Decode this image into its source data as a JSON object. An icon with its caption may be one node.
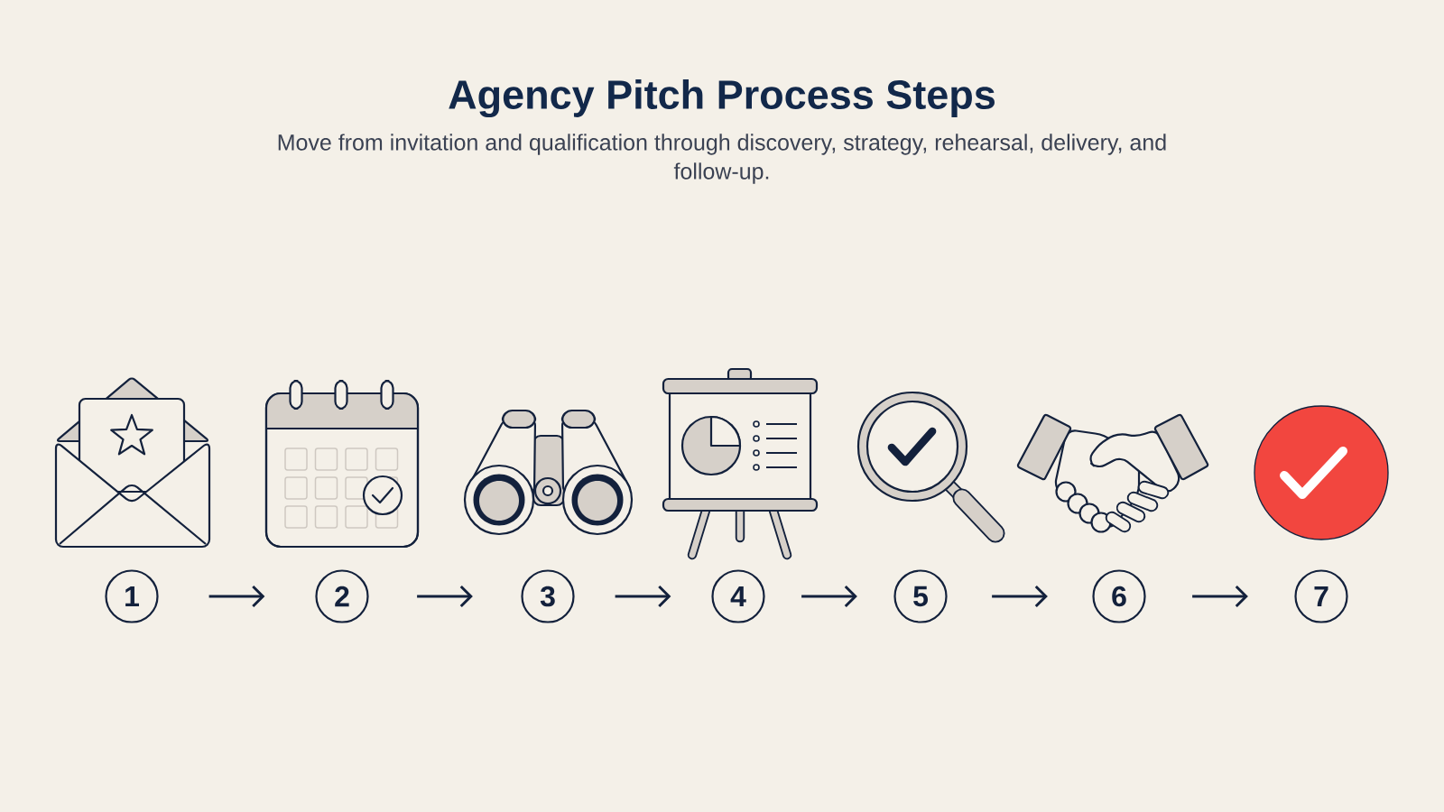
{
  "diagram": {
    "title": "Agency Pitch Process Steps",
    "nodes": [
      {
        "text": [
          "1"
        ]
      },
      {
        "text": [
          "2"
        ]
      },
      {
        "text": [
          "3"
        ]
      },
      {
        "text": [
          "4"
        ]
      },
      {
        "text": [
          "5"
        ]
      },
      {
        "text": [
          "6"
        ]
      },
      {
        "text": [
          "7"
        ]
      }
    ],
    "edges": [
      {
        "from": 0,
        "to": 1,
        "arrow": "to"
      },
      {
        "from": 1,
        "to": 2,
        "arrow": "to"
      },
      {
        "from": 2,
        "to": 3,
        "arrow": "to"
      },
      {
        "from": 3,
        "to": 4,
        "arrow": "to"
      },
      {
        "from": 4,
        "to": 5,
        "arrow": "to"
      },
      {
        "from": 5,
        "to": 6,
        "arrow": "to"
      }
    ],
    "labels": [
      "Move from invitation and qualification through discovery, strategy, rehearsal, delivery, and follow-up."
    ]
  }
}
